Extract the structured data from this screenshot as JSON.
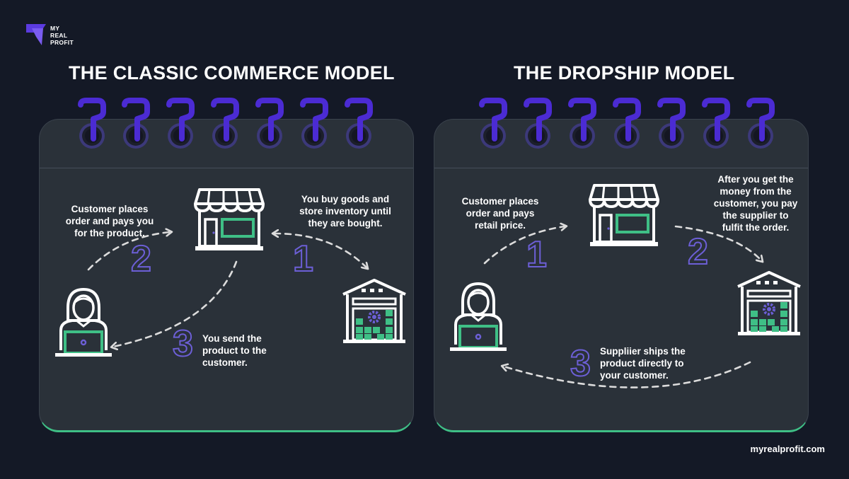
{
  "brand": {
    "logo_text": "MY\nREAL\nPROFIT",
    "website": "myrealprofit.com",
    "colors": {
      "background": "#141926",
      "panel": "#2a3139",
      "accent_purple": "#6c5fd6",
      "ring_purple": "#4b2bd3",
      "accent_green": "#3fbf86"
    }
  },
  "classic": {
    "title": "THE CLASSIC COMMERCE MODEL",
    "steps": [
      {
        "number": "1",
        "text": "You buy goods and\nstore inventory until\nthey are bought."
      },
      {
        "number": "2",
        "text": "Customer places\norder and pays you\nfor the product."
      },
      {
        "number": "3",
        "text": "You send the\nproduct to the\ncustomer."
      }
    ]
  },
  "dropship": {
    "title": "THE DROPSHIP MODEL",
    "steps": [
      {
        "number": "1",
        "text": "Customer places\norder and  pays\nretail price."
      },
      {
        "number": "2",
        "text": "After you get the\nmoney from the\ncustomer, you pay\nthe supplier to\nfulfit the order."
      },
      {
        "number": "3",
        "text": "Suppliier ships the\nproduct directly to\nyour customer."
      }
    ]
  },
  "icons": [
    "store-icon",
    "warehouse-icon",
    "customer-laptop-icon",
    "notebook-ring-icon",
    "dashed-arrow-icon"
  ]
}
